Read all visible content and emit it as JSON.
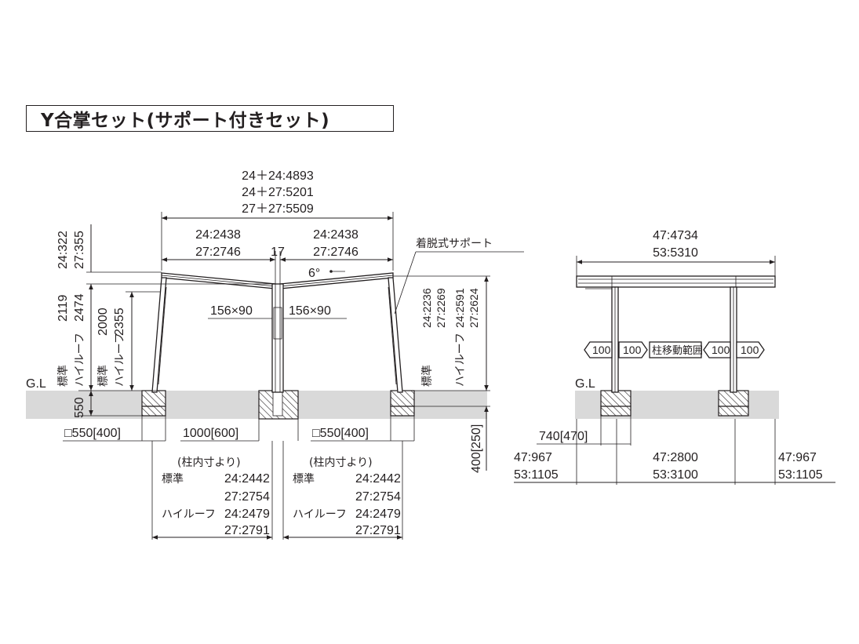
{
  "title": "Y合掌セット(サポート付きセット)",
  "front": {
    "total_width": [
      "24＋24:4893",
      "24＋27:5201",
      "27＋27:5509"
    ],
    "left_span": [
      "24:2438",
      "27:2746"
    ],
    "right_span": [
      "24:2438",
      "27:2746"
    ],
    "center_gap": "17",
    "support_label": "着脱式サポート",
    "angle": "6°",
    "post_size_left": "156×90",
    "post_size_right": "156×90",
    "top_offset": [
      "24:322",
      "27:355"
    ],
    "height_outer": [
      "2119",
      "2474"
    ],
    "height_outer_type": [
      "標準",
      "ハイルーフ"
    ],
    "height_inner": [
      "2000",
      "2355"
    ],
    "height_inner_type": [
      "標準",
      "ハイルーフ"
    ],
    "right_height": [
      "24:2236",
      "27:2269",
      "24:2591",
      "27:2624"
    ],
    "right_height_type": [
      "標準",
      "ハイルーフ"
    ],
    "gl": "G.L",
    "footing_depth": "550",
    "footing_left": "□550[400]",
    "footing_center": "1000[600]",
    "footing_right": "□550[400]",
    "footing_bottom": "400[250]",
    "inner_note_left": {
      "heading": "(柱内寸より)",
      "rows": [
        {
          "type": "標準",
          "value": "24:2442"
        },
        {
          "type": "",
          "value": "27:2754"
        },
        {
          "type": "ハイルーフ",
          "value": "24:2479"
        },
        {
          "type": "",
          "value": "27:2791"
        }
      ]
    },
    "inner_note_right": {
      "heading": "(柱内寸より)",
      "rows": [
        {
          "type": "標準",
          "value": "24:2442"
        },
        {
          "type": "",
          "value": "27:2754"
        },
        {
          "type": "ハイルーフ",
          "value": "24:2479"
        },
        {
          "type": "",
          "value": "27:2791"
        }
      ]
    }
  },
  "side": {
    "total_width": [
      "47:4734",
      "53:5310"
    ],
    "move_range_label": "柱移動範囲",
    "move_values": [
      "100",
      "100",
      "100",
      "100"
    ],
    "gl": "G.L",
    "footing": "740[470]",
    "left_overhang": [
      "47:967",
      "53:1105"
    ],
    "post_spacing": [
      "47:2800",
      "53:3100"
    ],
    "right_overhang": [
      "47:967",
      "53:1105"
    ]
  }
}
